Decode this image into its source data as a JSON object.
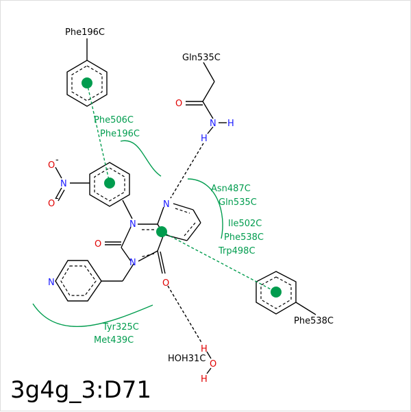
{
  "ligand_id": "3g4g_3:D71",
  "residue_labels": {
    "phe196_top": "Phe196C",
    "gln535_top": "Gln535C",
    "phe538_right": "Phe538C",
    "hoh31": "HOH31C"
  },
  "contact_labels": {
    "phe506": "Phe506C",
    "phe196": "Phe196C",
    "asn487": "Asn487C",
    "gln535": "Gln535C",
    "ile502": "Ile502C",
    "phe538": "Phe538C",
    "trp498": "Trp498C",
    "tyr325": "Tyr325C",
    "met439": "Met439C"
  },
  "atoms": {
    "o": "O",
    "n": "N",
    "h": "H",
    "o_minus": "O",
    "minus": "-"
  },
  "colors": {
    "contact_green": "#009c4e",
    "nitrogen_blue": "#1a1aff",
    "oxygen_red": "#e00000"
  }
}
